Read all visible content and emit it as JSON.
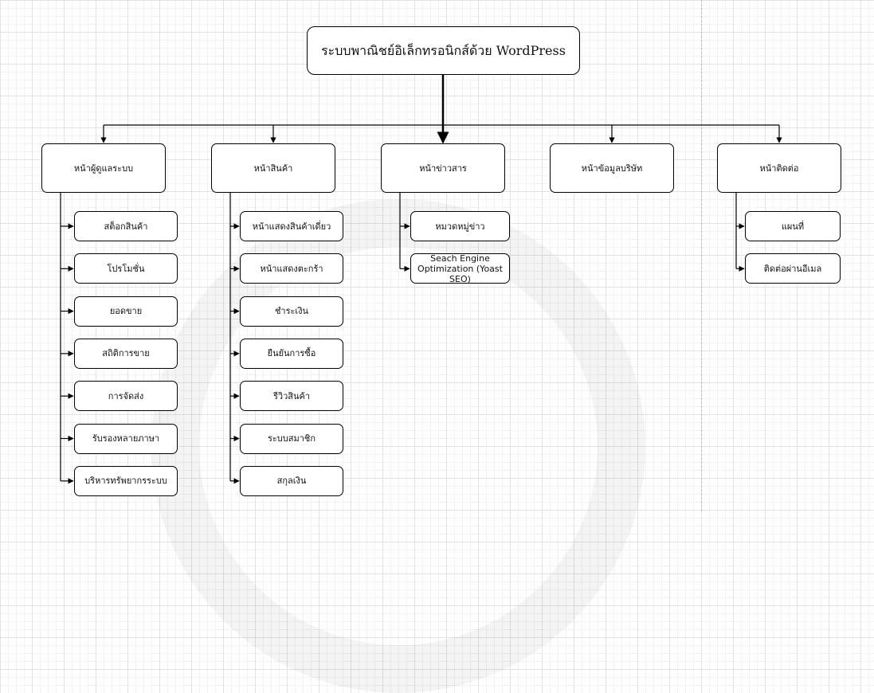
{
  "diagram": {
    "root": "ระบบพาณิชย์อิเล็กทรอนิกส์ด้วย WordPress",
    "branches": [
      {
        "label": "หน้าผู้ดูแลระบบ",
        "children": [
          "สต็อกสินค้า",
          "โปรโมชั่น",
          "ยอดขาย",
          "สถิติการขาย",
          "การจัดส่ง",
          "รับรองหลายภาษา",
          "บริหารทรัพยากรระบบ"
        ]
      },
      {
        "label": "หน้าสินค้า",
        "children": [
          "หน้าแสดงสินค้าเดี่ยว",
          "หน้าแสดงตะกร้า",
          "ชำระเงิน",
          "ยืนยันการซื้อ",
          "รีวิวสินค้า",
          "ระบบสมาชิก",
          "สกุลเงิน"
        ]
      },
      {
        "label": "หน้าข่าวสาร",
        "children": [
          "หมวดหมู่ข่าว",
          "Seach Engine Optimization (Yoast SEO)"
        ]
      },
      {
        "label": "หน้าข้อมูลบริษัท",
        "children": []
      },
      {
        "label": "หน้าติดต่อ",
        "children": [
          "แผนที่",
          "ติดต่อผ่านอีเมล"
        ]
      }
    ]
  }
}
